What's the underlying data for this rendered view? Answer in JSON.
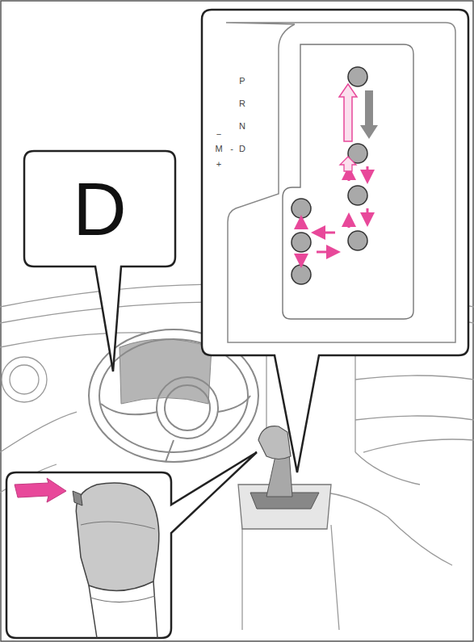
{
  "diagram": {
    "nodes": [
      {
        "text": [
          "D"
        ]
      }
    ],
    "labels": [
      "P",
      "R",
      "N",
      "D",
      "−",
      "M",
      "-",
      "+"
    ]
  }
}
